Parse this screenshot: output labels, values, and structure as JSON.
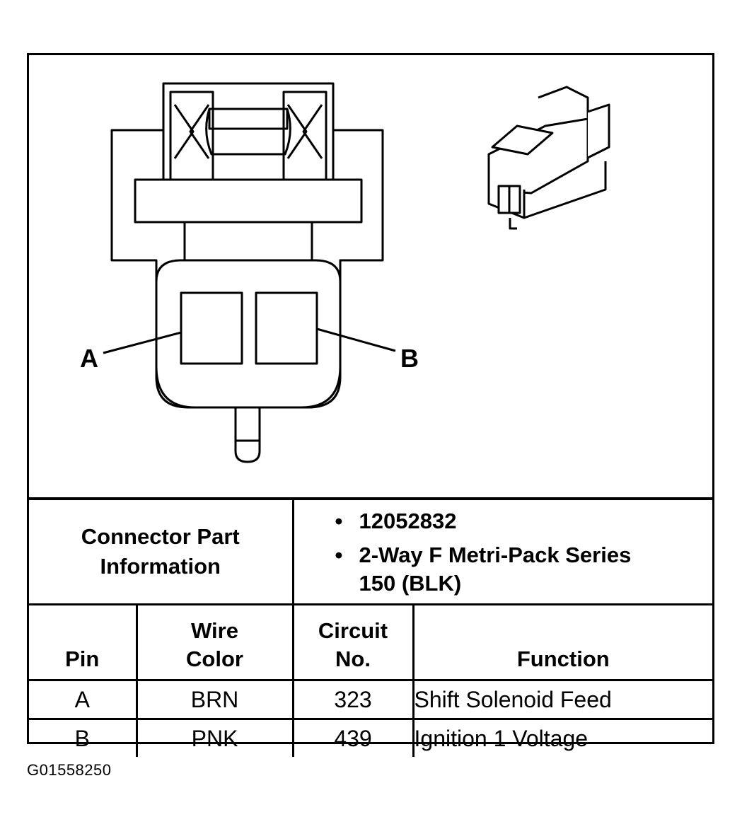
{
  "callouts": {
    "pin_a": "A",
    "pin_b": "B"
  },
  "connector_info": {
    "label_line1": "Connector Part",
    "label_line2": "Information",
    "part_number": "12052832",
    "description_line1": "2-Way F Metri-Pack Series",
    "description_line2": "150 (BLK)"
  },
  "pin_table": {
    "headers": {
      "pin": "Pin",
      "wire_color_line1": "Wire",
      "wire_color_line2": "Color",
      "circuit_line1": "Circuit",
      "circuit_line2": "No.",
      "function": "Function"
    },
    "rows": [
      {
        "pin": "A",
        "wire_color": "BRN",
        "circuit": "323",
        "function": "Shift Solenoid Feed"
      },
      {
        "pin": "B",
        "wire_color": "PNK",
        "circuit": "439",
        "function": "Ignition 1 Voltage"
      }
    ]
  },
  "figure_id": "G01558250"
}
